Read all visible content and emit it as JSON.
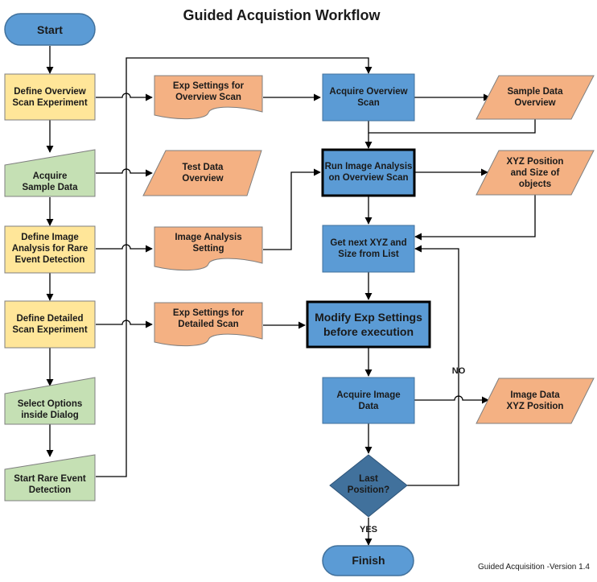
{
  "title": "Guided Acquistion Workflow",
  "version_note": "Guided Acquisition -Version 1.4",
  "colors": {
    "yellow": "#FFE699",
    "green": "#C5E0B4",
    "orange": "#F4B183",
    "blue": "#5B9BD5",
    "dark_blue": "#41719C",
    "stroke": "#6b6b6b"
  },
  "nodes": {
    "start": {
      "lines": [
        "Start"
      ]
    },
    "define_overview": {
      "lines": [
        "Define Overview",
        "Scan Experiment"
      ]
    },
    "acquire_sample": {
      "lines": [
        "Acquire",
        "Sample Data"
      ]
    },
    "define_image_analysis": {
      "lines": [
        "Define Image",
        "Analysis for Rare",
        "Event Detection"
      ]
    },
    "define_detailed": {
      "lines": [
        "Define Detailed",
        "Scan Experiment"
      ]
    },
    "select_options": {
      "lines": [
        "Select Options",
        "inside Dialog"
      ]
    },
    "start_rare": {
      "lines": [
        "Start Rare Event",
        "Detection"
      ]
    },
    "exp_overview": {
      "lines": [
        "Exp Settings for",
        "Overview Scan"
      ]
    },
    "test_data": {
      "lines": [
        "Test Data",
        "Overview"
      ]
    },
    "image_analysis_setting": {
      "lines": [
        "Image Analysis",
        "Setting"
      ]
    },
    "exp_detailed": {
      "lines": [
        "Exp Settings for",
        "Detailed Scan"
      ]
    },
    "acquire_overview": {
      "lines": [
        "Acquire Overview",
        "Scan"
      ]
    },
    "run_analysis": {
      "lines": [
        "Run Image Analysis",
        "on Overview Scan"
      ]
    },
    "get_next": {
      "lines": [
        "Get next XYZ and",
        "Size from List"
      ]
    },
    "modify_exp": {
      "lines": [
        "Modify Exp Settings",
        "before execution"
      ]
    },
    "acquire_image": {
      "lines": [
        "Acquire Image",
        "Data"
      ]
    },
    "last_position": {
      "lines": [
        "Last",
        "Position?"
      ]
    },
    "finish": {
      "lines": [
        "Finish"
      ]
    },
    "sample_data_overview": {
      "lines": [
        "Sample Data",
        "Overview"
      ]
    },
    "xyz_position": {
      "lines": [
        "XYZ Position",
        "and Size of",
        "objects"
      ]
    },
    "image_data_xyz": {
      "lines": [
        "Image Data",
        "XYZ Position"
      ]
    }
  },
  "labels": {
    "no": "NO",
    "yes": "YES"
  }
}
